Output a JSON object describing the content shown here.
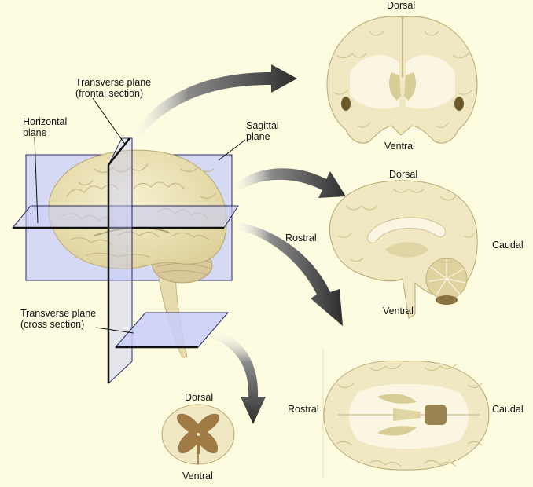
{
  "plane_labels": {
    "transverse_frontal": {
      "line1": "Transverse plane",
      "line2": "(frontal section)"
    },
    "horizontal": {
      "line1": "Horizontal",
      "line2": "plane"
    },
    "sagittal": {
      "line1": "Sagittal",
      "line2": "plane"
    },
    "transverse_cross": {
      "line1": "Transverse plane",
      "line2": "(cross section)"
    }
  },
  "section_labels": {
    "coronal": {
      "top": "Dorsal",
      "bottom": "Ventral"
    },
    "sagittal": {
      "top": "Dorsal",
      "bottom": "Ventral",
      "left": "Rostral",
      "right": "Caudal"
    },
    "horizontal": {
      "left": "Rostral",
      "right": "Caudal"
    },
    "spinal": {
      "top": "Dorsal",
      "bottom": "Ventral"
    }
  },
  "colors": {
    "background": "#fdfbe0",
    "plane_fill": "#c8cdfa",
    "plane_edge": "#2a2a6a",
    "tissue": "#efe8c3",
    "gray_matter": "#d9cd97",
    "spinal_gray": "#a07a45",
    "arrow": "#3c3c3c"
  }
}
